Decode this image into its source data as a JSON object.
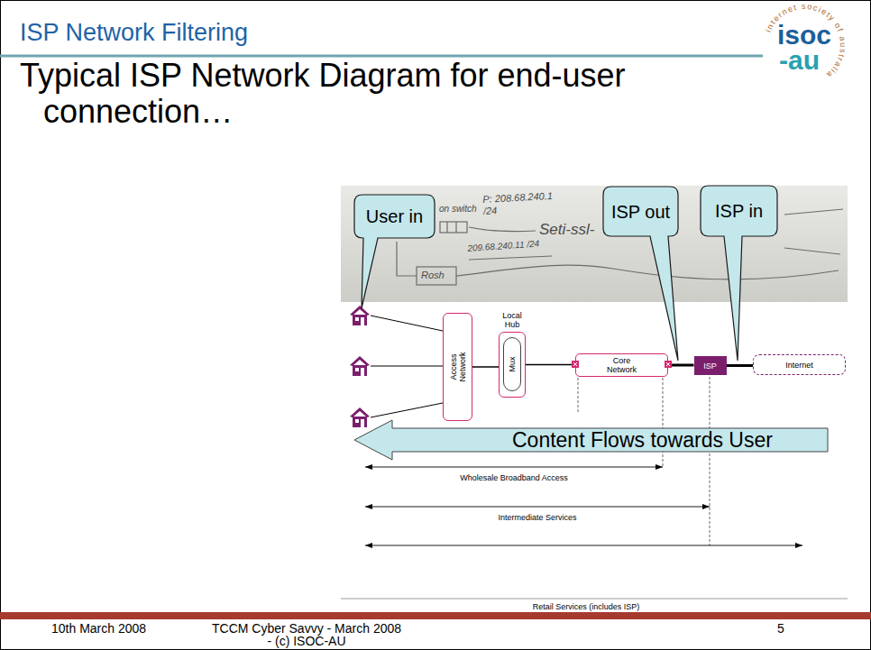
{
  "diagram": {
    "title": "ISP Network Filtering",
    "nodes": [
      {
        "text": [
          "User in"
        ]
      },
      {
        "text": [
          "ISP out"
        ]
      },
      {
        "text": [
          "ISP in"
        ]
      },
      {
        "text": [
          "Access Network"
        ]
      },
      {
        "text": [
          "Local Hub"
        ]
      },
      {
        "text": [
          "Mux"
        ],
        "in": 4
      },
      {
        "text": [
          "Core Network"
        ]
      },
      {
        "text": [
          "ISP"
        ]
      },
      {
        "text": [
          "Internet"
        ]
      },
      {
        "text": [
          "Content Flows towards User"
        ]
      }
    ],
    "edges": [
      {
        "from": 3,
        "to": 4,
        "arrow": "none"
      },
      {
        "from": 4,
        "to": 6,
        "arrow": "none"
      },
      {
        "from": 6,
        "to": 7,
        "arrow": "none"
      },
      {
        "from": 7,
        "to": 8,
        "arrow": "none"
      }
    ],
    "labels": [
      "Typical ISP Network Diagram for end-user connection…",
      "P: 208.68.240.1 /24",
      "Seti-ssl-",
      "on switch",
      "209.68.240.11 /24",
      "Rosh",
      "Wholesale Broadband Access",
      "Intermediate Services",
      "Retail Services (includes ISP)",
      "10th March 2008",
      "TCCM Cyber Savvy - March 2008 - (c) ISOC-AU",
      "5",
      "isoc",
      "-au",
      "internet society of australia"
    ]
  }
}
